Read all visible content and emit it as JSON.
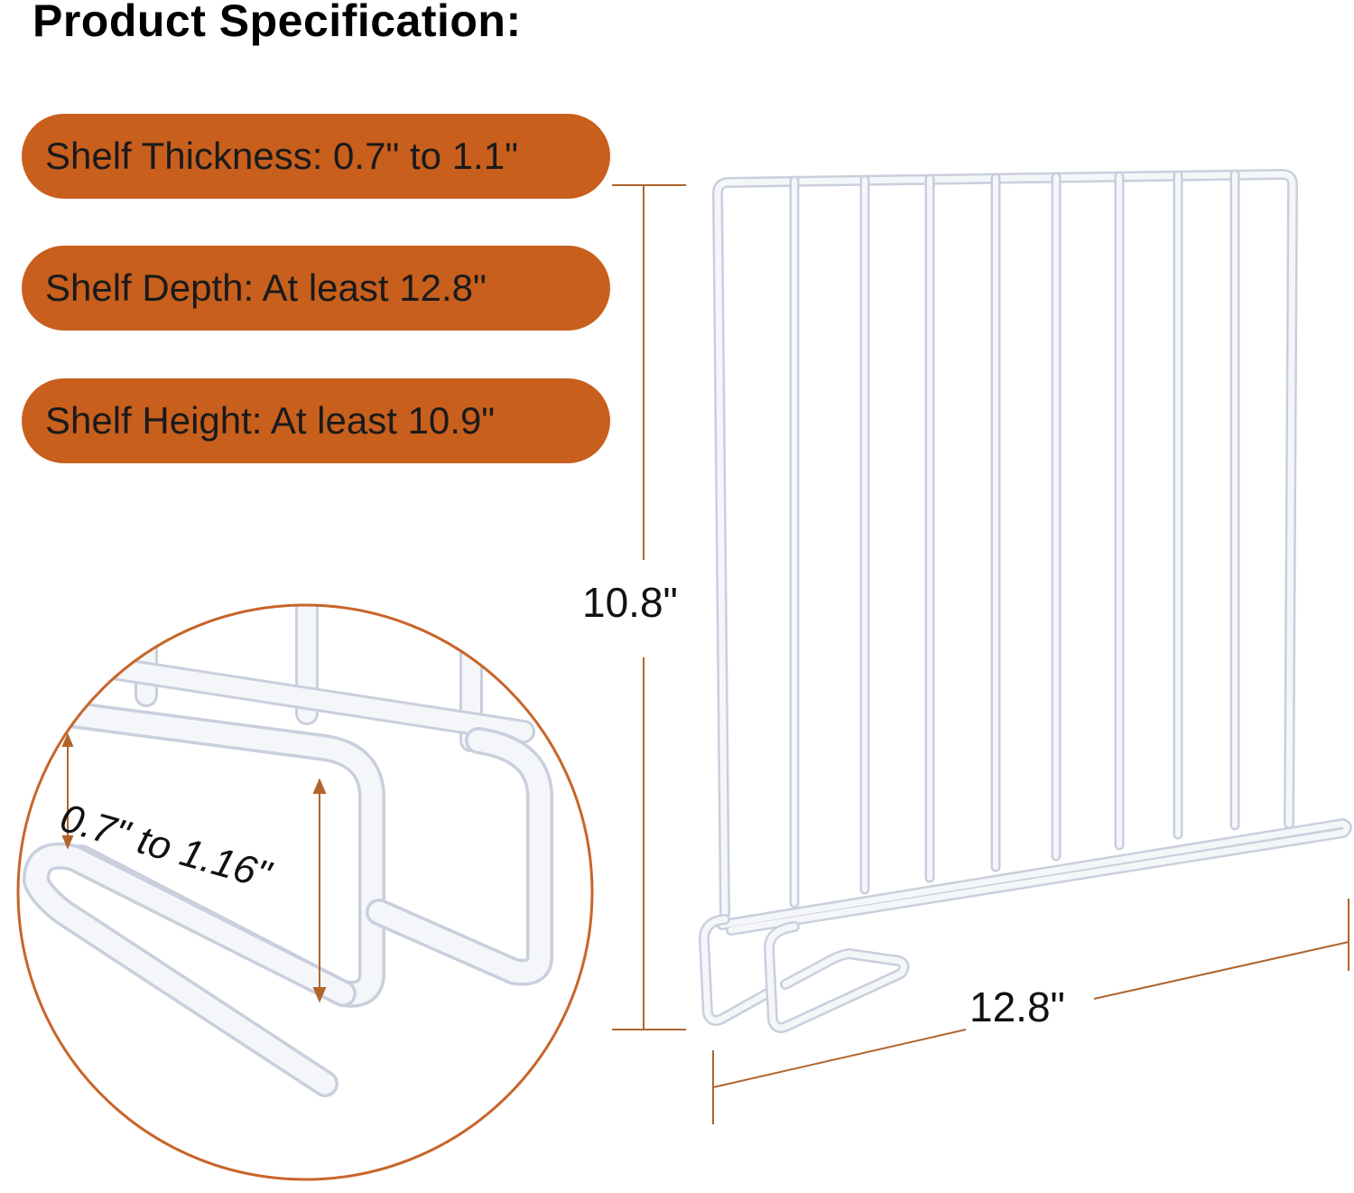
{
  "title": "Product Specification:",
  "specs": [
    "Shelf Thickness: 0.7\" to 1.1\"",
    "Shelf Depth: At least 12.8\"",
    "Shelf Height: At least 10.9\""
  ],
  "dimensions": {
    "height": "10.8\"",
    "width": "12.8\"",
    "detail_thickness": "0.7\" to 1.16\""
  },
  "colors": {
    "accent": "#c85f1c",
    "wire": "#f4f6fa",
    "wire_shadow": "#c9cfdc",
    "dimension_line": "#b0652c"
  }
}
